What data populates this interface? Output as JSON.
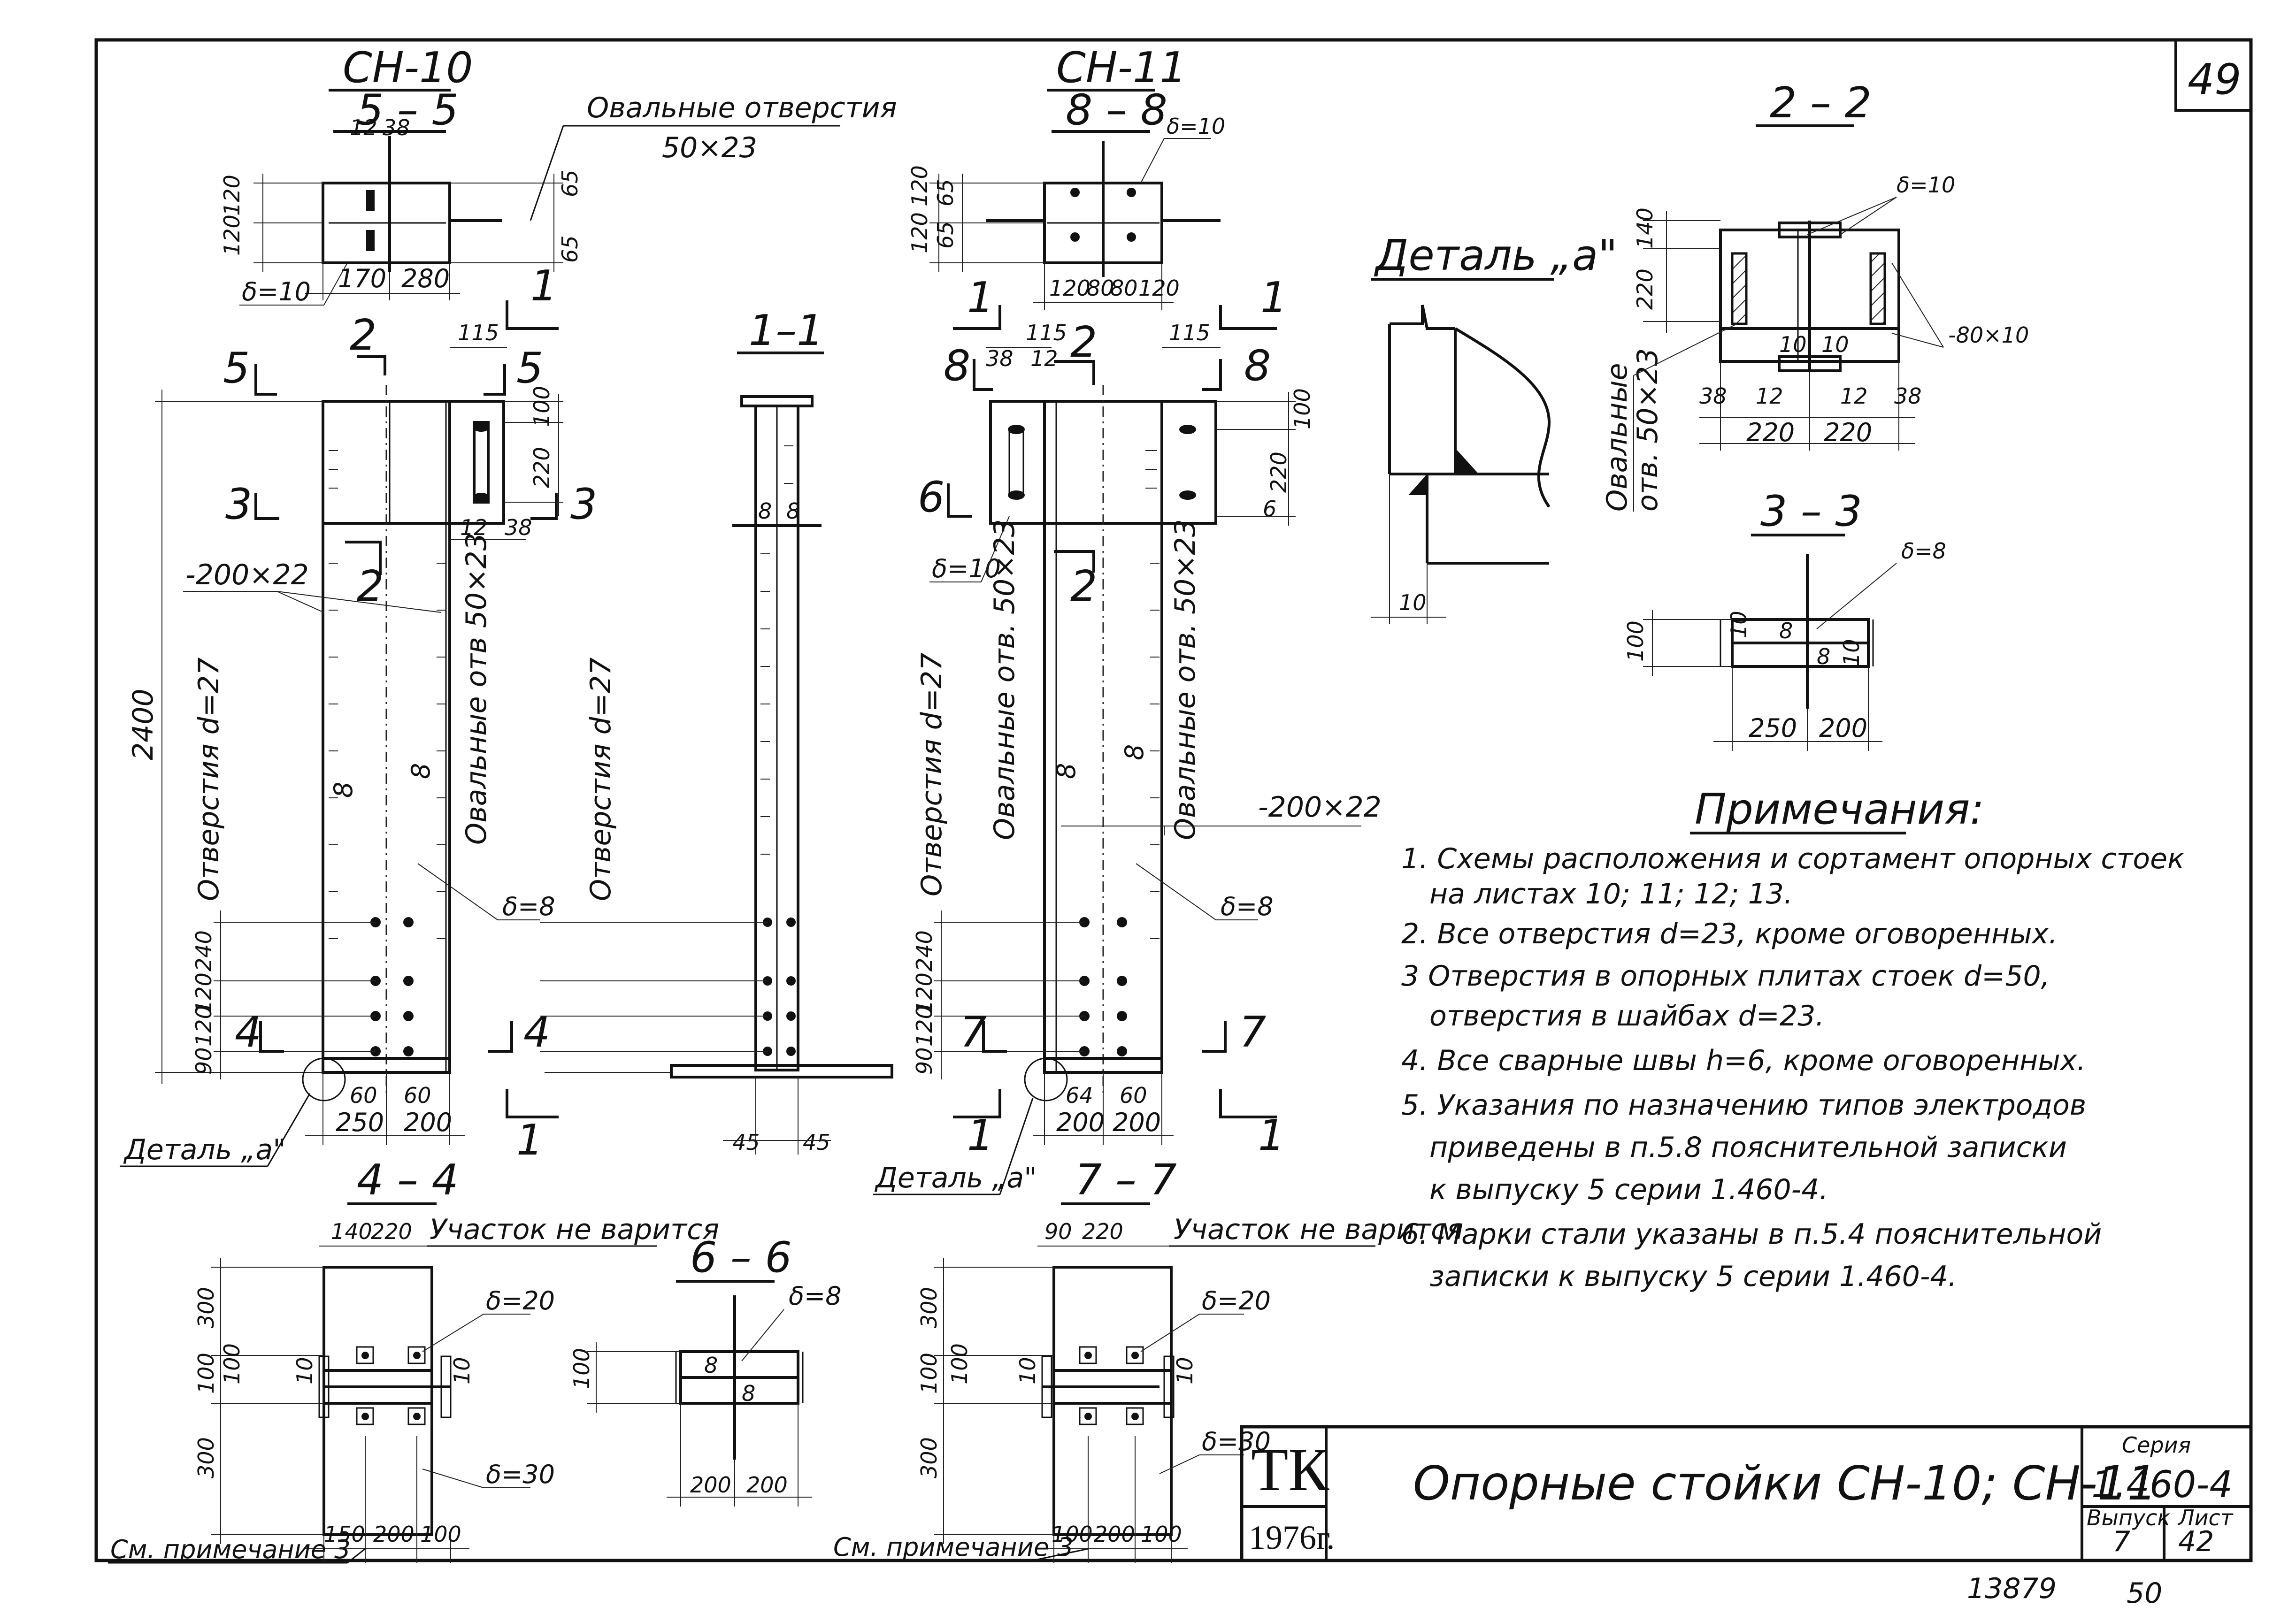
{
  "sheet": {
    "page_number": "49",
    "footer_left": "13879",
    "footer_right": "50"
  },
  "title_block": {
    "org": "ТК",
    "year": "1976г.",
    "title": "Опорные стойки СН-10; СН-11",
    "series_label": "Серия",
    "series": "1.460-4",
    "issue_label": "Выпуск",
    "issue": "7",
    "sheet_label": "Лист",
    "sheet": "42"
  },
  "notes": {
    "heading": "Примечания:",
    "lines": [
      "1. Схемы расположения и сортамент опорных стоек",
      "на листах 10; 11; 12; 13.",
      "2. Все отверстия d=23, кроме оговоренных.",
      "3 Отверстия в опорных плитах стоек d=50,",
      "отверстия в шайбах d=23.",
      "4. Все сварные швы h=6, кроме оговоренных.",
      "5. Указания по назначению типов электродов",
      "приведены в п.5.8 пояснительной записки",
      "к выпуску 5 серии 1.460-4.",
      "6. Марки стали указаны в п.5.4 пояснительной",
      "записки к выпуску 5 серии 1.460-4."
    ]
  },
  "labels": {
    "ch10_title": "СН-10",
    "ch10_section": "5 – 5",
    "ch11_title": "СН-11",
    "ch11_section": "8 – 8",
    "oval_holes": "Овальные отверстия",
    "oval_size": "50×23",
    "sec_1_1": "1–1",
    "sec_2_2": "2 – 2",
    "sec_3_3": "3 – 3",
    "sec_4_4": "4 – 4",
    "sec_6_6": "6 – 6",
    "sec_7_7": "7 – 7",
    "detail_a_title": "Деталь „а\"",
    "detail_a_ref": "Деталь „а\"",
    "detail_a_ref2": "Деталь „а\"",
    "holes_d27": "Отверстия d=27",
    "oval_holes_vert": "Овальные отв 50×23",
    "oval_holes_vert2": "Овальные отв. 50×23",
    "oval_holes_side": "Овальные",
    "oval_holes_side2": "отв. 50×23",
    "plate_200x22": "-200×22",
    "plate_80x10": "-80×10",
    "not_welded": "Участок не варится",
    "see_note_3": "См. примечание 3",
    "delta_10": "δ=10",
    "delta_8": "δ=8",
    "delta_20": "δ=20",
    "delta_30": "δ=30"
  },
  "dims": {
    "d12": "12",
    "d38": "38",
    "d120": "120",
    "d65": "65",
    "d170": "170",
    "d280": "280",
    "d80": "80",
    "d115": "115",
    "d100": "100",
    "d220": "220",
    "d2400": "2400",
    "d240": "240",
    "d90": "90",
    "d60": "60",
    "d250": "250",
    "d200": "200",
    "d45": "45",
    "d140": "140",
    "d10": "10",
    "d300": "300",
    "d150": "150",
    "d64": "64",
    "d8": "8"
  },
  "cuts": {
    "c1": "1",
    "c2": "2",
    "c3": "3",
    "c4": "4",
    "c5": "5",
    "c6": "6",
    "c7": "7",
    "c8": "8"
  }
}
